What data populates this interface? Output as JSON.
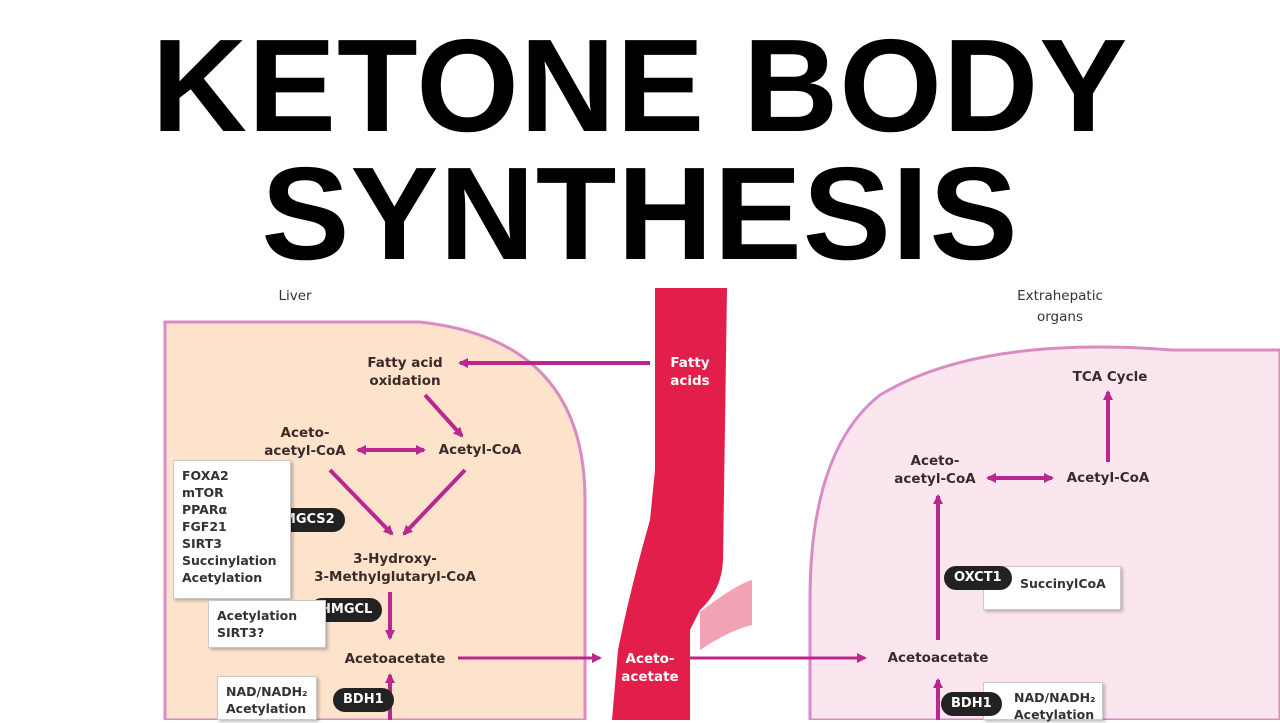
{
  "title": {
    "line1": "KETONE BODY",
    "line2": "SYNTHESIS"
  },
  "regions": {
    "liver": "Liver",
    "extrahepatic_line1": "Extrahepatic",
    "extrahepatic_line2": "organs"
  },
  "liver": {
    "fatty_acid_oxidation_line1": "Fatty acid",
    "fatty_acid_oxidation_line2": "oxidation",
    "acetoacetyl_coa_line1": "Aceto-",
    "acetoacetyl_coa_line2": "acetyl-CoA",
    "acetyl_coa": "Acetyl-CoA",
    "hmg_coa_line1": "3-Hydroxy-",
    "hmg_coa_line2": "3-Methylglutaryl-CoA",
    "acetoacetate": "Acetoacetate",
    "enzyme_hmgcs2": "HMGCS2",
    "enzyme_hmgcl": "HMGCL",
    "enzyme_bdh1": "BDH1",
    "regulators_hmgcs2": [
      "FOXA2",
      "mTOR",
      "PPARα",
      "FGF21",
      "SIRT3",
      "Succinylation",
      "Acetylation"
    ],
    "regulators_hmgcl": [
      "Acetylation",
      "SIRT3?"
    ],
    "regulators_bdh1": [
      "NAD/NADH₂",
      "Acetylation"
    ]
  },
  "blood": {
    "fatty_acids_line1": "Fatty",
    "fatty_acids_line2": "acids",
    "acetoacetate_line1": "Aceto-",
    "acetoacetate_line2": "acetate"
  },
  "extrahepatic": {
    "tca_cycle": "TCA Cycle",
    "acetoacetyl_coa_line1": "Aceto-",
    "acetoacetyl_coa_line2": "acetyl-CoA",
    "acetyl_coa": "Acetyl-CoA",
    "acetoacetate": "Acetoacetate",
    "enzyme_oxct1": "OXCT1",
    "oxct1_cofactor": "SuccinylCoA",
    "enzyme_bdh1": "BDH1",
    "regulators_bdh1": [
      "NAD/NADH₂",
      "Acetylation"
    ]
  },
  "colors": {
    "arrow": "#b8288f",
    "vessel": "#e21f4b",
    "liver_fill": "#fde3cc",
    "organ_fill": "#fbe6ef",
    "membrane": "#d98bc4"
  }
}
